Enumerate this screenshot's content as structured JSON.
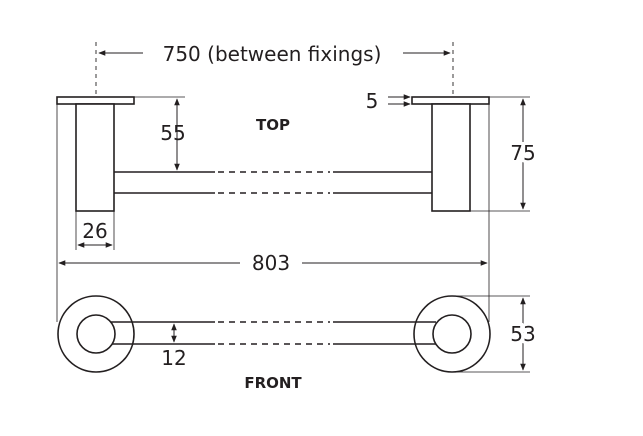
{
  "views": {
    "top": "TOP",
    "front": "FRONT"
  },
  "dimensions": {
    "between_fixings": "750 (between fixings)",
    "plate_thickness": "5",
    "projection_to_bar": "55",
    "total_depth": "75",
    "post_width": "26",
    "overall_length": "803",
    "rail_diameter": "12",
    "plate_diameter": "53"
  },
  "colors": {
    "ink": "#231f20",
    "background": "#ffffff"
  }
}
